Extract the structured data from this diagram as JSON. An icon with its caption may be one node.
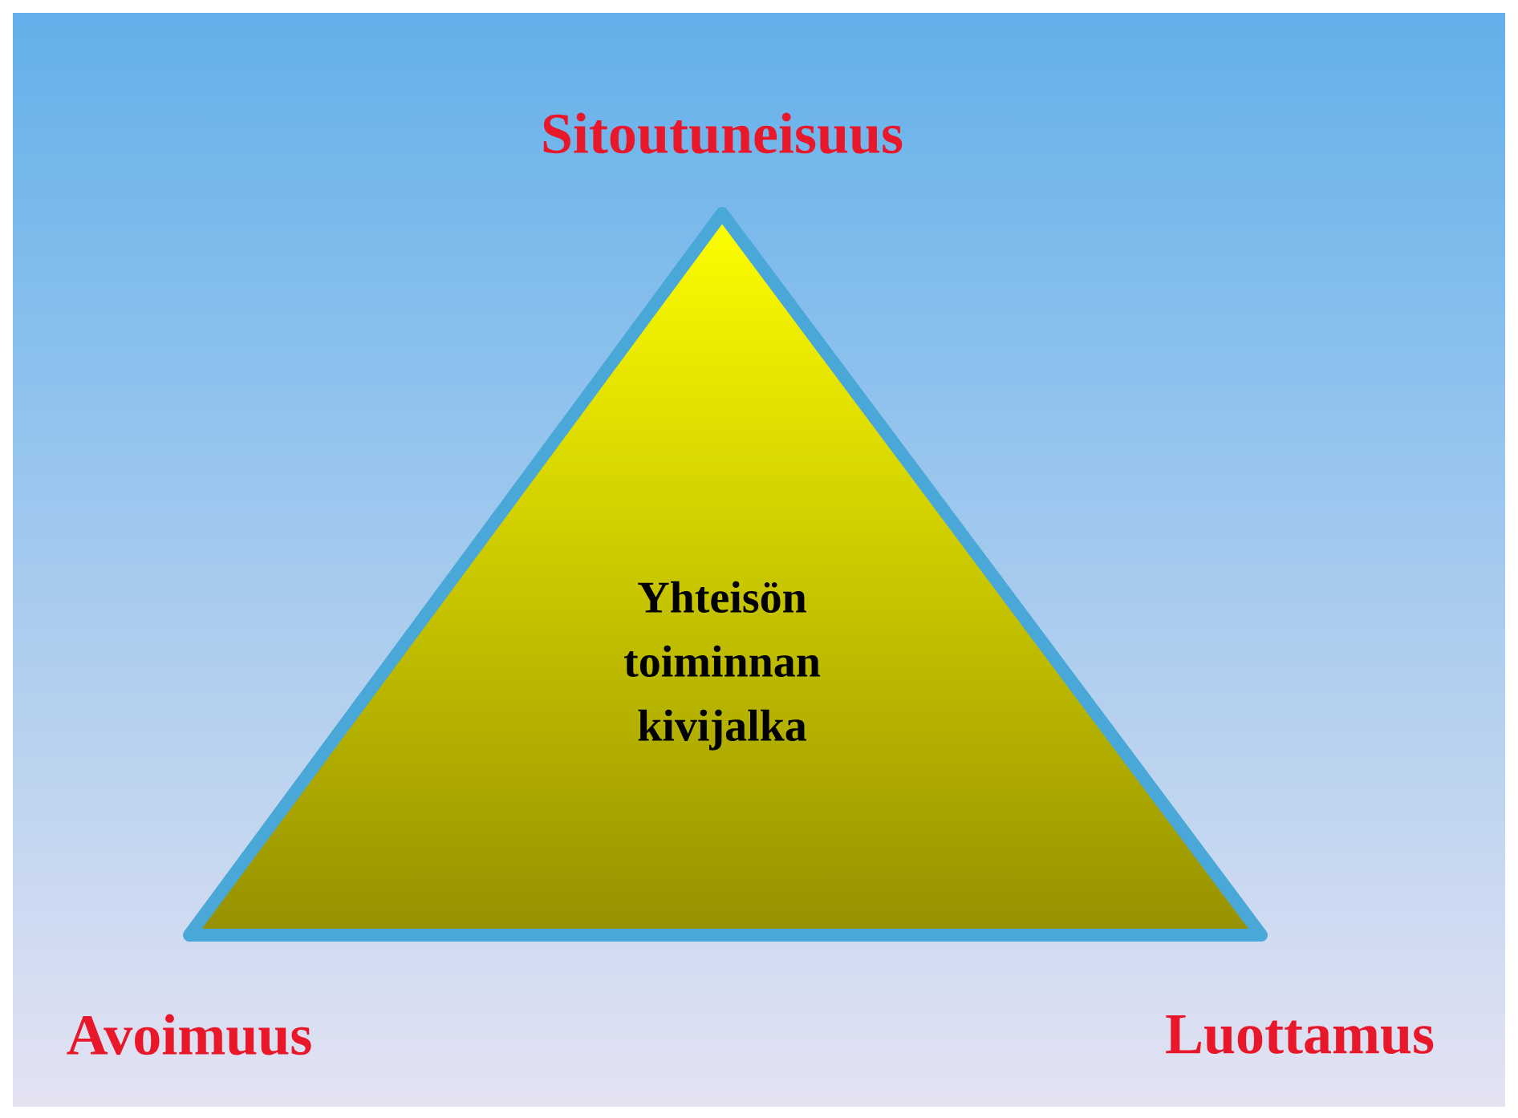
{
  "diagram": {
    "nodes": [
      {
        "text": [
          "Yhteisön toiminnan kivijalka"
        ]
      }
    ],
    "edges": [],
    "labels": [
      "Sitoutuneisuus",
      "Avoimuus",
      "Luottamus"
    ]
  }
}
